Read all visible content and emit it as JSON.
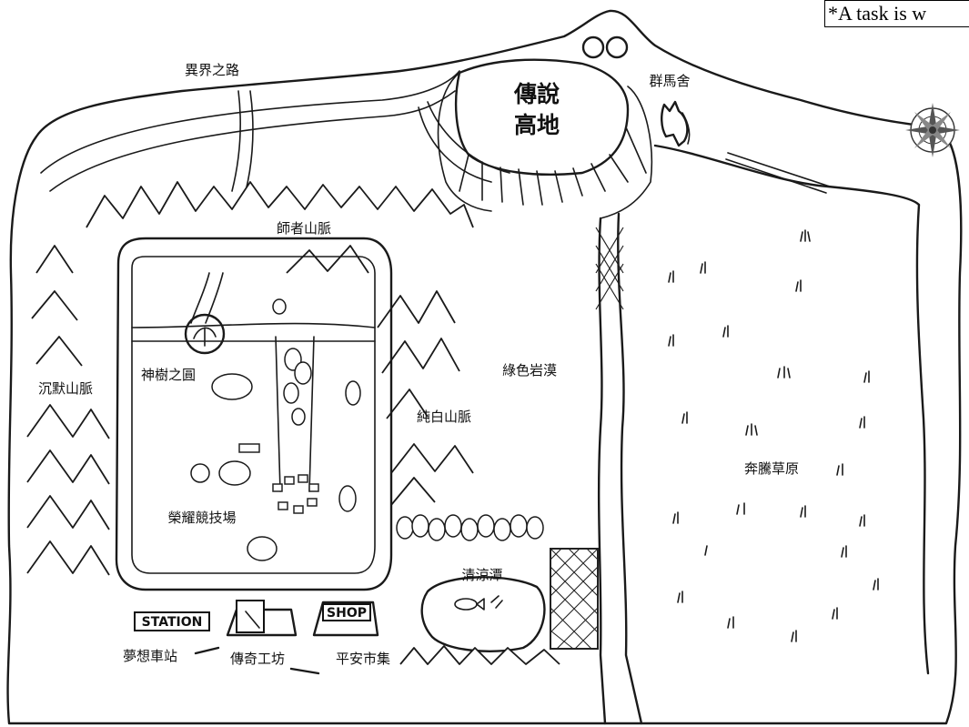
{
  "banner": {
    "text": "*A task is w"
  },
  "labels": {
    "road_north": "異界之路",
    "legend_highland": "傳說",
    "legend_highland_2": "高地",
    "stable": "群馬舍",
    "master_mountains": "師者山脈",
    "sacred_tree": "神樹之圓",
    "silent_mountains": "沉默山脈",
    "green_desert": "綠色岩漠",
    "white_mountains": "純白山脈",
    "grassland": "奔騰草原",
    "arena": "榮耀競技場",
    "pond": "清涼潭",
    "dream_station": "夢想車站",
    "workshop": "傳奇工坊",
    "market": "平安市集"
  },
  "signs": {
    "station": "STATION",
    "shop": "SHOP"
  },
  "icons": [
    "compass-rose-icon",
    "horse-head-icon",
    "binoculars-icon",
    "mountain-icon",
    "tree-icon",
    "house-icon",
    "fish-icon"
  ]
}
